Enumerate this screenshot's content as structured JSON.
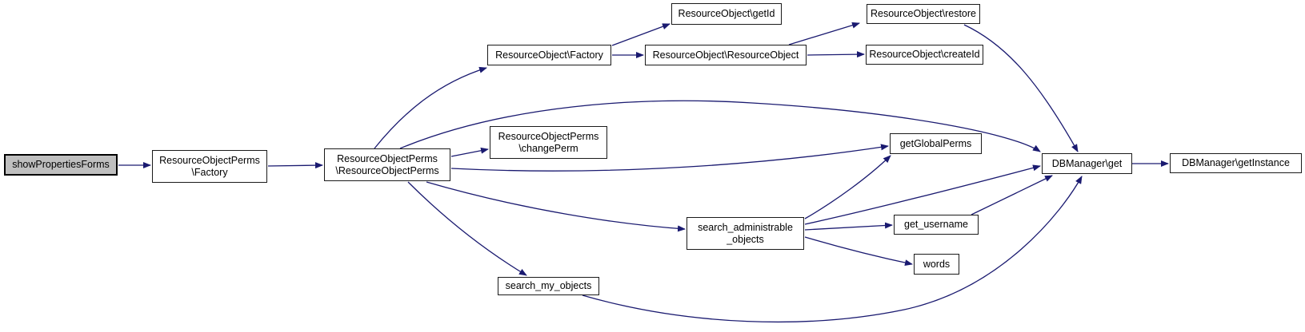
{
  "diagram": {
    "type": "call-graph",
    "colors": {
      "edge": "#1a1a70",
      "node_border": "#1a1a1a",
      "node_fill": "#ffffff",
      "highlight_fill": "#bfbfbf",
      "background": "#ffffff"
    },
    "nodes": {
      "show_properties_forms": {
        "label": "showPropertiesForms",
        "highlighted": true
      },
      "rop_factory": {
        "label": "ResourceObjectPerms\n\\Factory"
      },
      "rop_rop": {
        "label": "ResourceObjectPerms\n\\ResourceObjectPerms"
      },
      "ro_factory": {
        "label": "ResourceObject\\Factory"
      },
      "ro_getid": {
        "label": "ResourceObject\\getId"
      },
      "ro_ro": {
        "label": "ResourceObject\\ResourceObject"
      },
      "ro_restore": {
        "label": "ResourceObject\\restore"
      },
      "ro_createid": {
        "label": "ResourceObject\\createId"
      },
      "rop_changeperm": {
        "label": "ResourceObjectPerms\n\\changePerm"
      },
      "get_global_perms": {
        "label": "getGlobalPerms"
      },
      "dbm_get": {
        "label": "DBManager\\get"
      },
      "dbm_getinstance": {
        "label": "DBManager\\getInstance"
      },
      "search_admin": {
        "label": "search_administrable\n_objects"
      },
      "get_username": {
        "label": "get_username"
      },
      "words": {
        "label": "words"
      },
      "search_my": {
        "label": "search_my_objects"
      }
    },
    "edges": [
      {
        "from": "show_properties_forms",
        "to": "rop_factory"
      },
      {
        "from": "rop_factory",
        "to": "rop_rop"
      },
      {
        "from": "rop_rop",
        "to": "ro_factory"
      },
      {
        "from": "rop_rop",
        "to": "rop_changeperm"
      },
      {
        "from": "rop_rop",
        "to": "get_global_perms"
      },
      {
        "from": "rop_rop",
        "to": "dbm_get"
      },
      {
        "from": "rop_rop",
        "to": "search_admin"
      },
      {
        "from": "rop_rop",
        "to": "search_my"
      },
      {
        "from": "ro_factory",
        "to": "ro_getid"
      },
      {
        "from": "ro_factory",
        "to": "ro_ro"
      },
      {
        "from": "ro_ro",
        "to": "ro_restore"
      },
      {
        "from": "ro_ro",
        "to": "ro_createid"
      },
      {
        "from": "ro_restore",
        "to": "dbm_get"
      },
      {
        "from": "get_global_perms",
        "to": "dbm_get"
      },
      {
        "from": "search_admin",
        "to": "get_global_perms"
      },
      {
        "from": "search_admin",
        "to": "dbm_get"
      },
      {
        "from": "search_admin",
        "to": "get_username"
      },
      {
        "from": "search_admin",
        "to": "words"
      },
      {
        "from": "get_username",
        "to": "dbm_get"
      },
      {
        "from": "search_my",
        "to": "dbm_get"
      },
      {
        "from": "dbm_get",
        "to": "dbm_getinstance"
      }
    ]
  }
}
